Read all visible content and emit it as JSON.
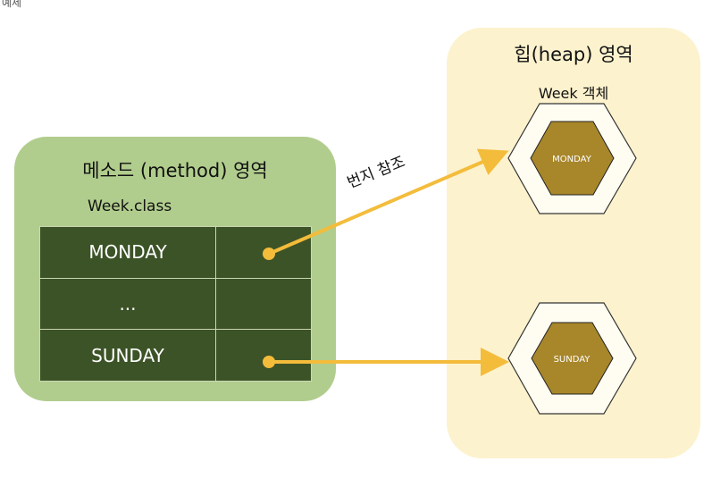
{
  "top_note": "예제",
  "method_area": {
    "title": "메소드 (method) 영역",
    "class_label": "Week.class",
    "rows": [
      {
        "name": "MONDAY",
        "has_reference": true
      },
      {
        "name": "...",
        "has_reference": false
      },
      {
        "name": "SUNDAY",
        "has_reference": true
      }
    ]
  },
  "heap_area": {
    "title": "힙(heap) 영역",
    "object_label": "Week 객체",
    "objects": [
      {
        "label": "MONDAY"
      },
      {
        "label": "SUNDAY"
      }
    ]
  },
  "reference_label": "번지 참조",
  "colors": {
    "method_area_bg": "#b1cd8d",
    "table_cell_bg": "#3c5327",
    "heap_area_bg": "#fcf2cd",
    "hexagon_fill": "#a8862a",
    "arrow_color": "#f3bc3b"
  }
}
